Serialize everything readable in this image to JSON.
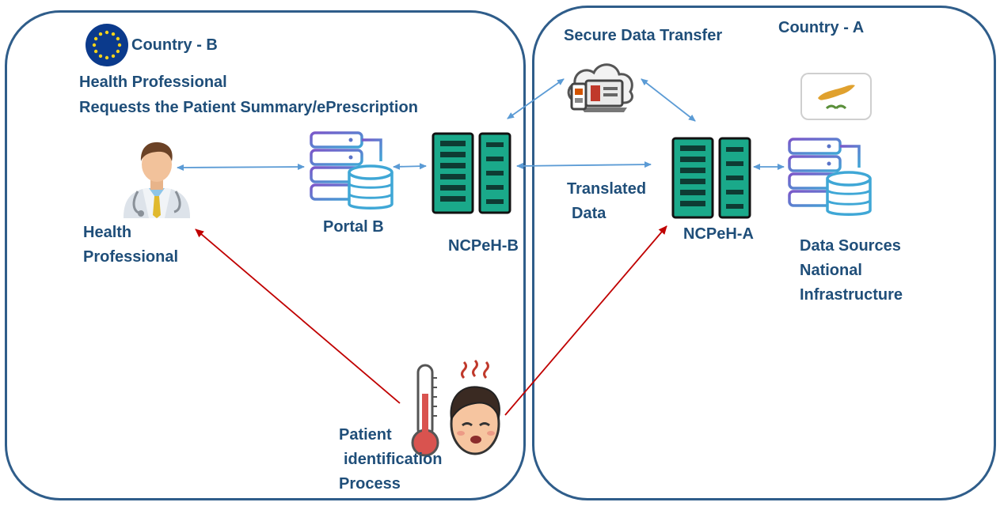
{
  "country_b": {
    "title": "Country - B",
    "request_line1": "Health Professional",
    "request_line2": "Requests the Patient Summary/ePrescription"
  },
  "country_a": {
    "title": "Country - A",
    "secure_transfer": "Secure Data Transfer",
    "translated_line1": "Translated",
    "translated_line2": "Data"
  },
  "nodes": {
    "doctor_line1": "Health",
    "doctor_line2": "Professional",
    "portal_b": "Portal B",
    "ncpeh_b": "NCPeH-B",
    "ncpeh_a": "NCPeH-A",
    "sources_line1": "Data Sources",
    "sources_line2": "National",
    "sources_line3": "Infrastructure"
  },
  "patient": {
    "line1": "Patient",
    "line2": "identification",
    "line3": "Process"
  },
  "colors": {
    "text": "#1f4e79",
    "border": "#2f5d8a",
    "flow_arrow": "#5b9bd5",
    "patient_arrow": "#c00000",
    "server_chip": "#1aa98a"
  },
  "icons": [
    "eu-flag-icon",
    "cyprus-flag-icon",
    "doctor-icon",
    "server-database-icon",
    "network-switch-icon",
    "cloud-devices-icon",
    "thermometer-icon",
    "sick-patient-icon"
  ]
}
